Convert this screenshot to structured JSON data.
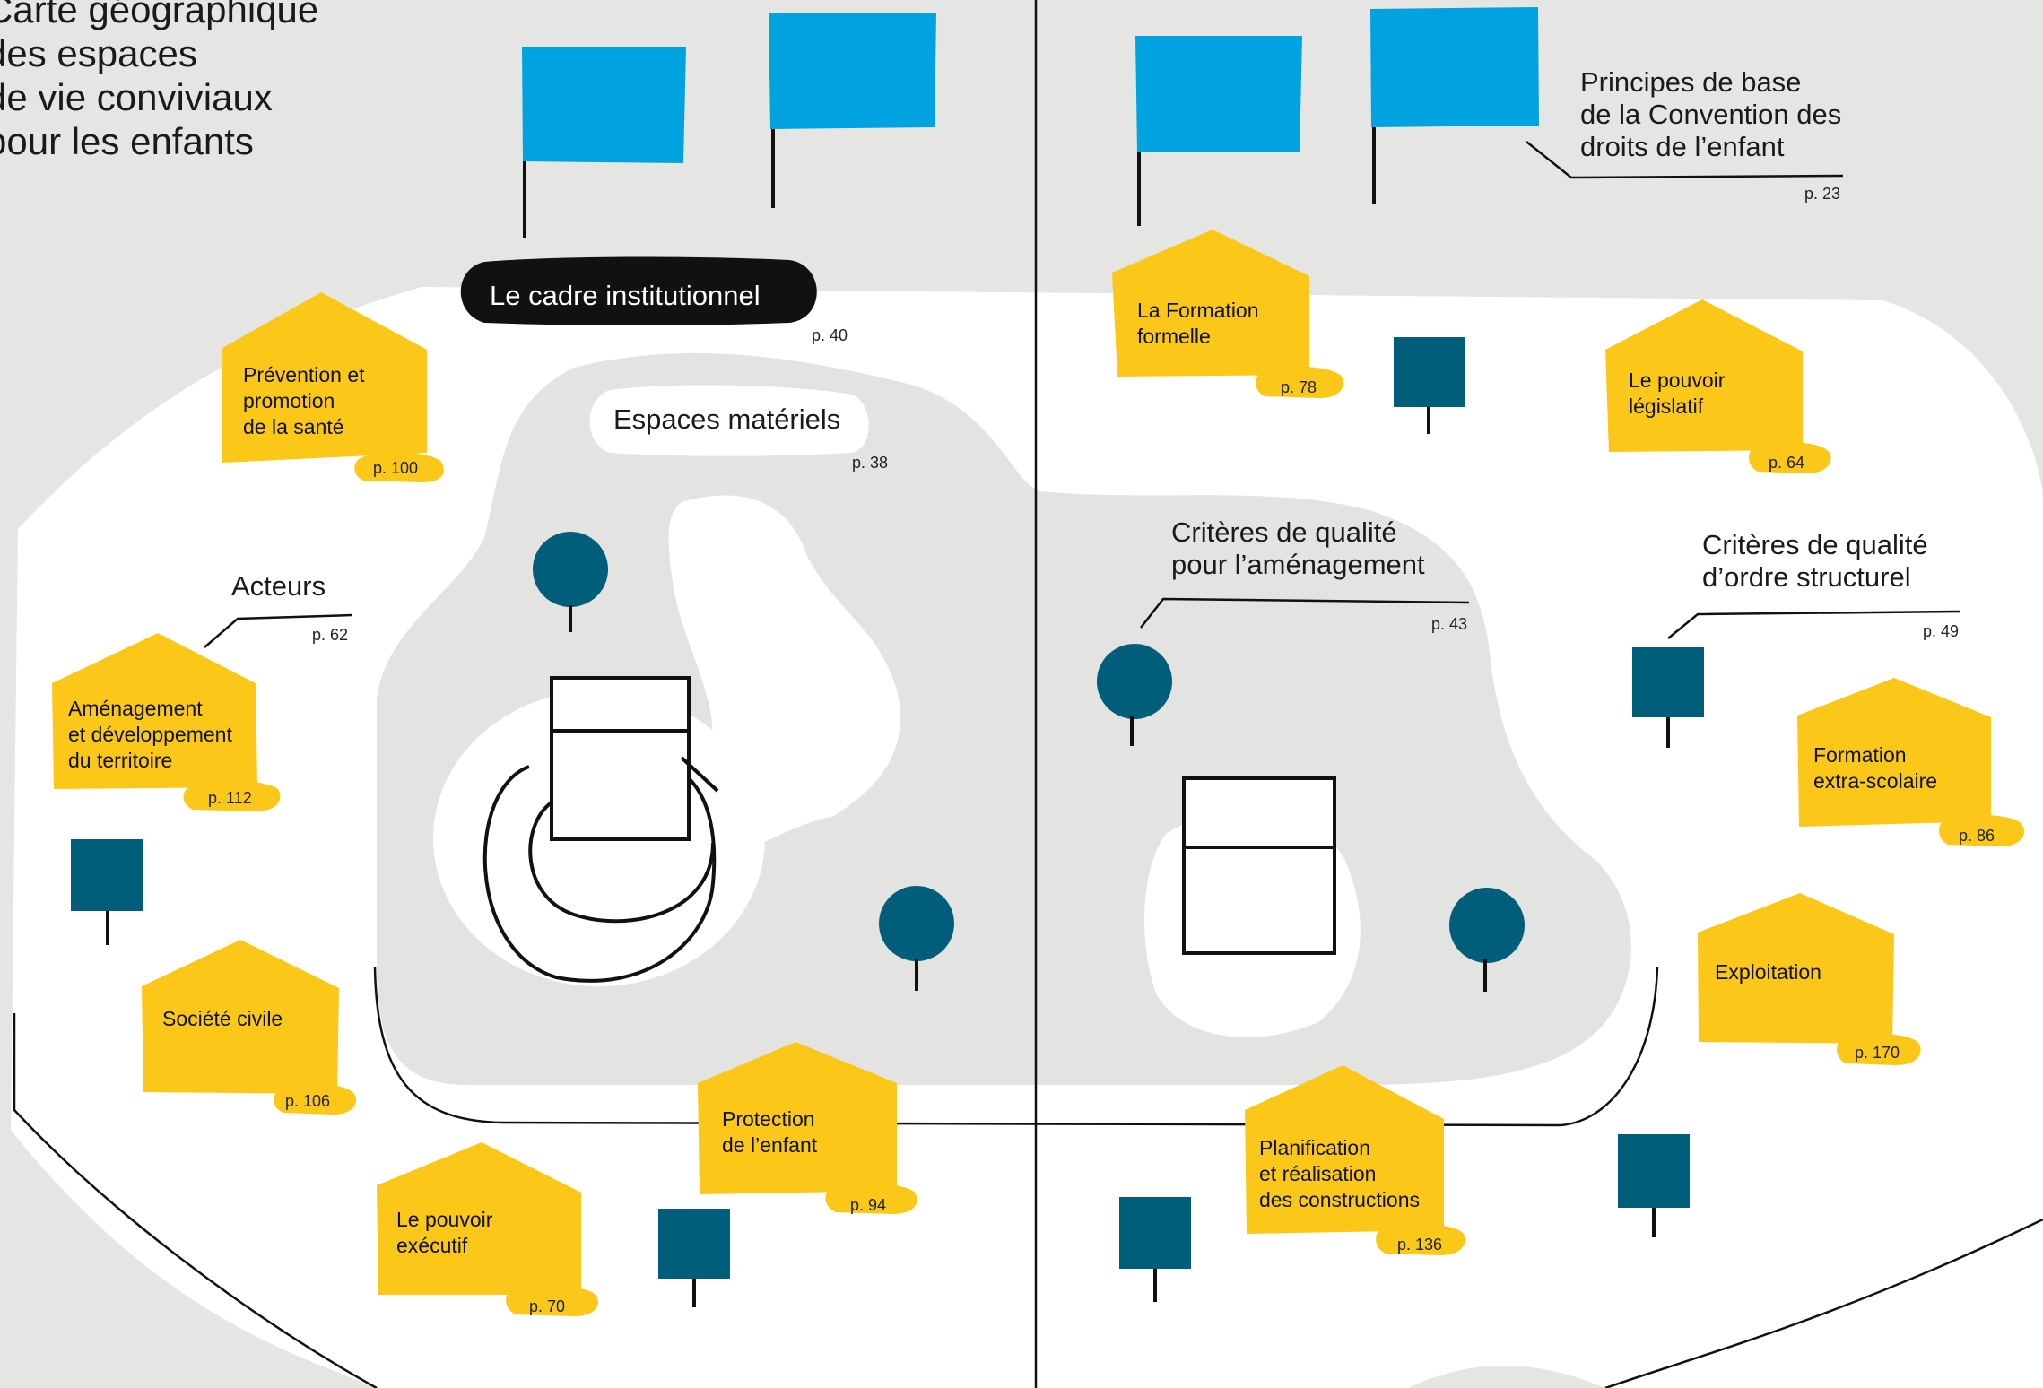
{
  "title": {
    "lines": [
      "Carte géographique",
      "des espaces",
      "de vie conviviaux",
      "pour les enfants"
    ]
  },
  "callouts": {
    "principes": {
      "lines": [
        "Principes de base",
        "de la Convention des",
        "droits de l’enfant"
      ],
      "page": "p. 23"
    },
    "cadre": {
      "label": "Le cadre institutionnel",
      "page": "p. 40"
    },
    "espaces": {
      "label": "Espaces matériels",
      "page": "p. 38"
    },
    "acteurs": {
      "label": "Acteurs",
      "page": "p. 62"
    },
    "criteres_amenagement": {
      "lines": [
        "Critères de qualité",
        "pour l’aménagement"
      ],
      "page": "p. 43"
    },
    "criteres_structurel": {
      "lines": [
        "Critères de qualité",
        "d’ordre structurel"
      ],
      "page": "p. 49"
    }
  },
  "houses": [
    {
      "id": "prevention",
      "lines": [
        "Prévention et",
        "promotion",
        "de la santé"
      ],
      "page": "p. 100"
    },
    {
      "id": "amenagement",
      "lines": [
        "Aménagement",
        "et développement",
        "du territoire"
      ],
      "page": "p. 112"
    },
    {
      "id": "societe",
      "lines": [
        "Société civile"
      ],
      "page": "p. 106"
    },
    {
      "id": "executif",
      "lines": [
        "Le pouvoir",
        "exécutif"
      ],
      "page": "p. 70"
    },
    {
      "id": "protection",
      "lines": [
        "Protection",
        "de l’enfant"
      ],
      "page": "p. 94"
    },
    {
      "id": "formation-formelle",
      "lines": [
        "La Formation",
        "formelle"
      ],
      "page": "p. 78"
    },
    {
      "id": "legislatif",
      "lines": [
        "Le pouvoir",
        "législatif"
      ],
      "page": "p. 64"
    },
    {
      "id": "extra-scolaire",
      "lines": [
        "Formation",
        "extra-scolaire"
      ],
      "page": "p. 86"
    },
    {
      "id": "exploitation",
      "lines": [
        "Exploitation"
      ],
      "page": "p. 170"
    },
    {
      "id": "planification",
      "lines": [
        "Planification",
        "et réalisation",
        "des constructions"
      ],
      "page": "p. 136"
    }
  ],
  "colors": {
    "background": "#e5e5e4",
    "field": "#ffffff",
    "inner_gray": "#e3e3e2",
    "flag_blue": "#00a3e0",
    "house_yellow": "#fbc819",
    "petrol": "#005e7b",
    "ink": "#111111"
  },
  "icons": [
    "flag-icon",
    "house-icon",
    "tree-icon",
    "square-sign-icon",
    "building-icon"
  ]
}
